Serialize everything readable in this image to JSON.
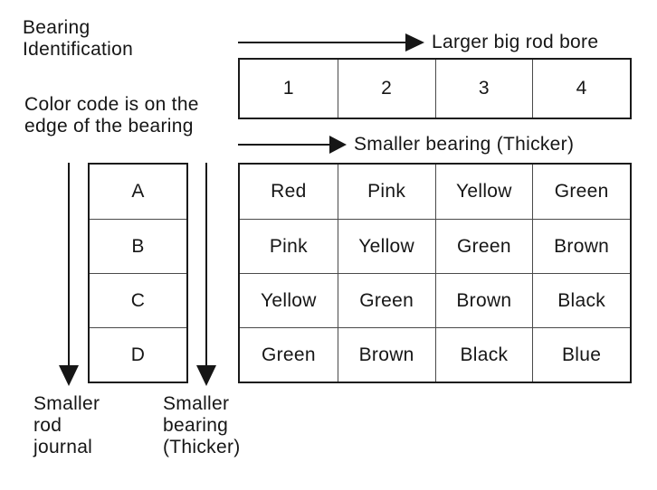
{
  "diagram": {
    "background": "#ffffff",
    "ink": "#161616",
    "grid_line": "#4a4a4a"
  },
  "annotations": {
    "bearing_identification": "Bearing\nIdentification",
    "color_code_note": "Color code is on the\nedge of the bearing",
    "smaller_rod_journal": "Smaller\nrod\njournal",
    "smaller_bearing_thicker": "Smaller\nbearing\n(Thicker)"
  },
  "arrows": {
    "larger_bore_label": "Larger big rod bore",
    "smaller_bearing_label": "Smaller bearing (Thicker)"
  },
  "bore_sizes": {
    "cells": [
      "1",
      "2",
      "3",
      "4"
    ]
  },
  "journal_grades": {
    "cells": [
      "A",
      "B",
      "C",
      "D"
    ]
  },
  "color_matrix": {
    "rows": [
      [
        "Red",
        "Pink",
        "Yellow",
        "Green"
      ],
      [
        "Pink",
        "Yellow",
        "Green",
        "Brown"
      ],
      [
        "Yellow",
        "Green",
        "Brown",
        "Black"
      ],
      [
        "Green",
        "Brown",
        "Black",
        "Blue"
      ]
    ]
  }
}
